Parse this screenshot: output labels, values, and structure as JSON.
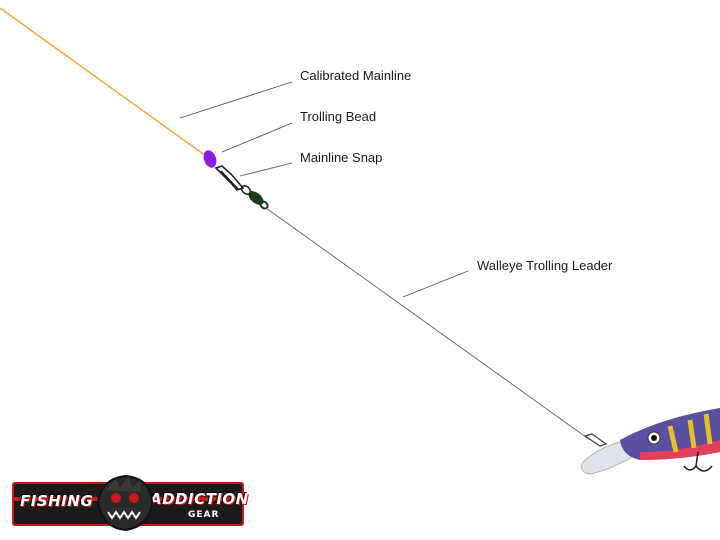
{
  "labels": {
    "mainline": "Calibrated Mainline",
    "bead": "Trolling Bead",
    "snap": "Mainline Snap",
    "leader": "Walleye Trolling Leader"
  },
  "logo": {
    "word1": "FISHING",
    "word2": "ADDICTION",
    "word3": "GEAR"
  },
  "colors": {
    "mainline": "#f2a33a",
    "bead": "#8a1de0",
    "leader": "#6e6e6e",
    "leader_line": "#555555",
    "brand_red": "#c81a1a",
    "lure_body": "#5a4fa0",
    "lure_accent": "#e8c02a"
  }
}
